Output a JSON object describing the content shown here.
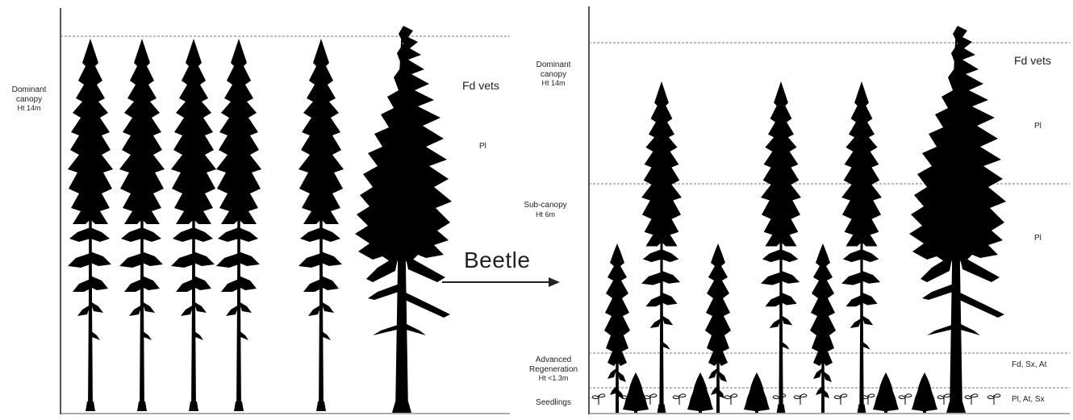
{
  "left_panel": {
    "labels": {
      "dominant_l1": "Dominant",
      "dominant_l2": "canopy",
      "dominant_l3": "Ht 14m",
      "fd_vets": "Fd vets",
      "pl": "Pl"
    }
  },
  "transition": {
    "label": "Beetle",
    "arrow_icon": "arrow-right-icon"
  },
  "right_panel": {
    "labels": {
      "dominant_l1": "Dominant",
      "dominant_l2": "canopy",
      "dominant_l3": "Ht 14m",
      "subcanopy_l1": "Sub-canopy",
      "subcanopy_l2": "Ht 6m",
      "advanced_l1": "Advanced",
      "advanced_l2": "Regeneration",
      "advanced_l3": "Ht <1.3m",
      "seedlings": "Seedlings",
      "fd_vets": "Fd vets",
      "pl_top": "Pl",
      "pl_mid": "Pl",
      "fd_sx_at": "Fd, Sx, At",
      "pl_at_sx": "Pl, At, Sx"
    }
  },
  "colors": {
    "silhouette": "#000000",
    "axis": "#555555",
    "dashed_line": "#777777",
    "text": "#222222",
    "background": "#ffffff"
  },
  "icons": [
    "pine-tree-icon",
    "fir-veteran-icon",
    "regrowth-pine-icon",
    "spruce-sapling-icon",
    "seedling-icon",
    "arrow-right-icon"
  ]
}
